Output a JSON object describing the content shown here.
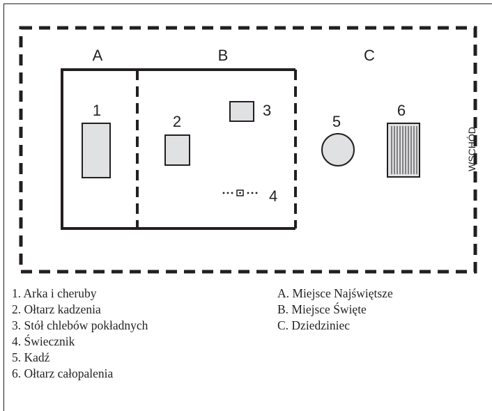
{
  "diagram": {
    "area_labels": {
      "a": "A",
      "b": "B",
      "c": "C"
    },
    "item_numbers": {
      "ark": "1",
      "incense_altar": "2",
      "table": "3",
      "lampstand": "4",
      "laver": "5",
      "burnt_altar": "6"
    },
    "direction_label": "WSCHÓD"
  },
  "legend": {
    "items": [
      "1. Arka i cheruby",
      "2. Ołtarz kadzenia",
      "3. Stół chlebów pokładnych",
      "4. Świecznik",
      "5. Kadź",
      "6. Ołtarz całopalenia"
    ],
    "areas": [
      "A. Miejsce Najświętsze",
      "B. Miejsce Święte",
      "C. Dziedziniec"
    ]
  },
  "colors": {
    "ink": "#231f20",
    "fill": "#e0e1e3"
  }
}
